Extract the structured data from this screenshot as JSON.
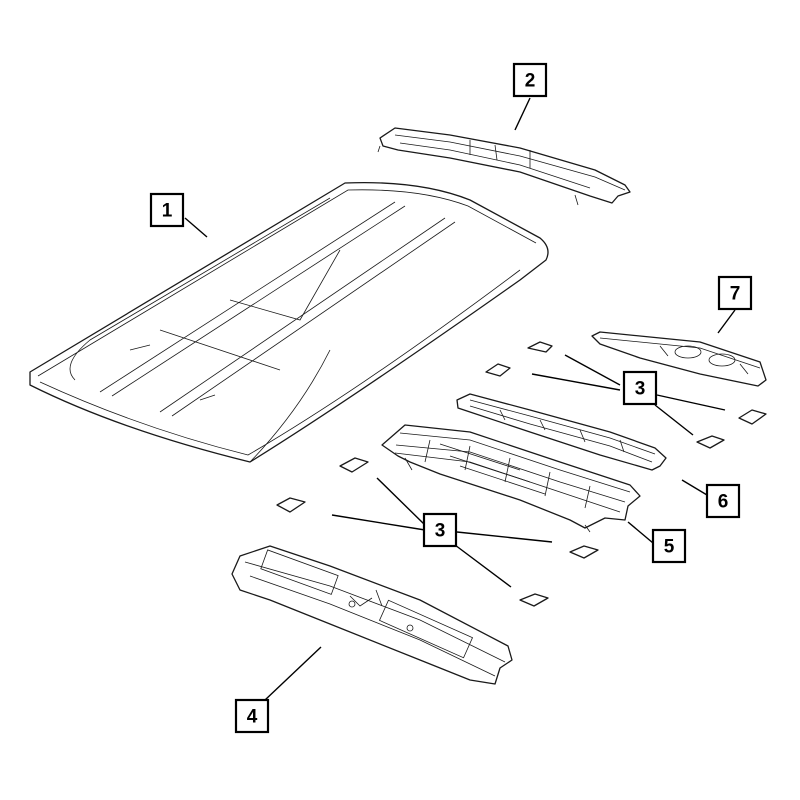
{
  "diagram": {
    "callouts": [
      {
        "id": "c1",
        "label": "1"
      },
      {
        "id": "c2",
        "label": "2"
      },
      {
        "id": "c3a",
        "label": "3"
      },
      {
        "id": "c3b",
        "label": "3"
      },
      {
        "id": "c4",
        "label": "4"
      },
      {
        "id": "c5",
        "label": "5"
      },
      {
        "id": "c6",
        "label": "6"
      },
      {
        "id": "c7",
        "label": "7"
      }
    ],
    "colors": {
      "line": "#1a1a1a",
      "background": "#ffffff"
    }
  }
}
